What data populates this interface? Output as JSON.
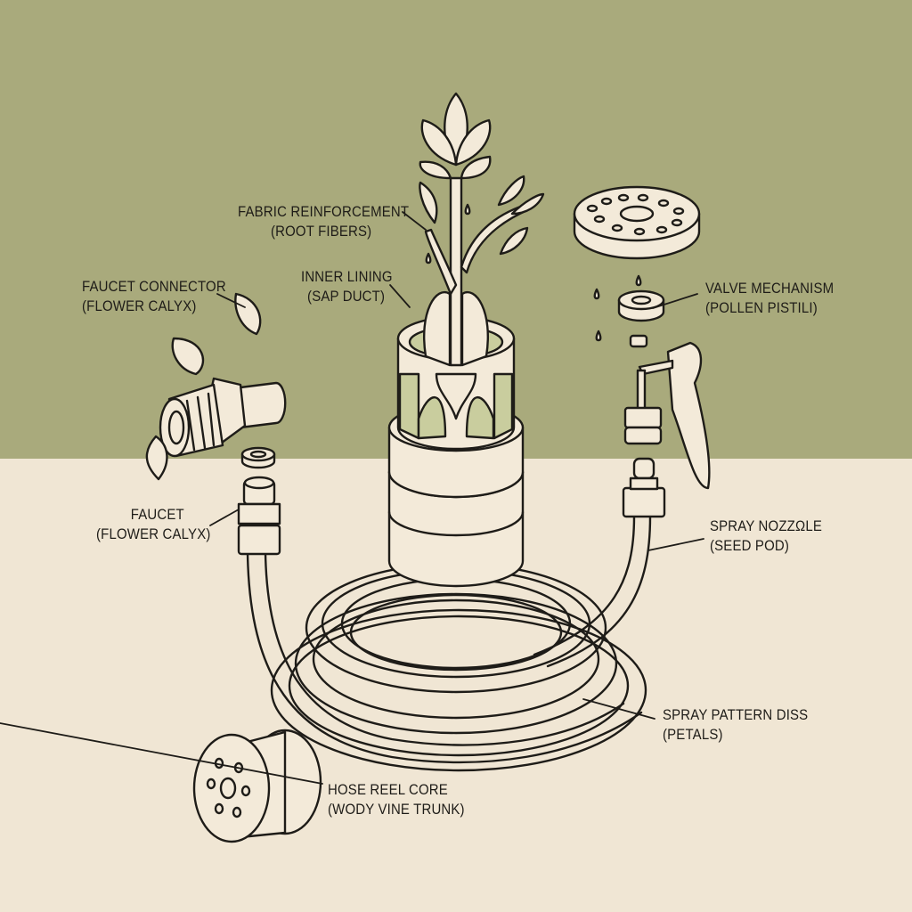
{
  "diagram": {
    "type": "exploded-view illustration",
    "subject": "Garden hose assembly with botanical analogies",
    "colors": {
      "background_top": "#a9aa7c",
      "background_bottom": "#f0e6d4",
      "part_fill": "#f3ead9",
      "accent_green": "#c9cd9e",
      "outline": "#1e1c18"
    },
    "labels": [
      {
        "id": "fabric-reinforcement",
        "title": "FABRIC REINFORCEMENT",
        "analogy": "(ROOT FIBERS)"
      },
      {
        "id": "faucet-connector",
        "title": "FAUCET CONNECTOR",
        "analogy": "(FLOWER CALYX)"
      },
      {
        "id": "inner-lining",
        "title": "INNER LINING",
        "analogy": "(SAP DUCT)"
      },
      {
        "id": "valve-mechanism",
        "title": "VALVE MECHANISM",
        "analogy": "(POLLEN PISTILI)"
      },
      {
        "id": "faucet",
        "title": "FAUCET",
        "analogy": "(FLOWER CALYX)"
      },
      {
        "id": "spray-nozzle",
        "title": "SPRAY NOZZΩLE",
        "analogy": "(SEED POD)"
      },
      {
        "id": "spray-pattern-disc",
        "title": "SPRAY PATTERN DISS",
        "analogy": "(PETALS)"
      },
      {
        "id": "hose-reel-core",
        "title": "HOSE REEL CORE",
        "analogy": "(WODY VINE TRUNK)"
      }
    ],
    "components": [
      "plant-sprout",
      "hose-cylinder-cutaway",
      "spray-pattern-disc",
      "valve-washer",
      "spray-trigger-nozzle",
      "faucet-connector-fitting",
      "faucet-washer",
      "faucet-threaded-coupling",
      "coiled-hose",
      "hose-reel-spool"
    ]
  }
}
